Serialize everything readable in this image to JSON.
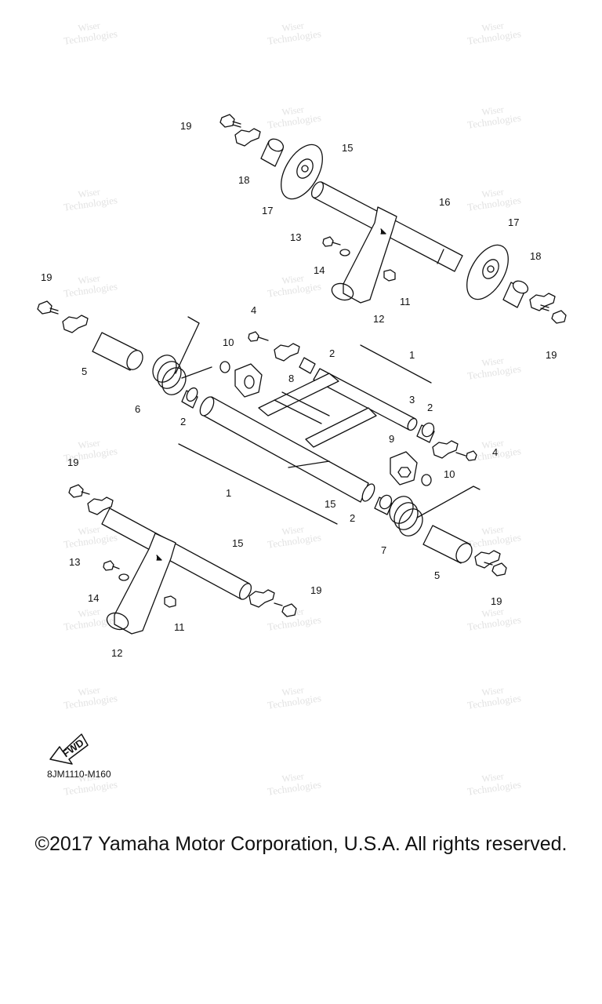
{
  "copyright": "©2017 Yamaha Motor Corporation, U.S.A. All rights reserved.",
  "diagram_code": "8JM1110-M160",
  "fwd_label": "FWD",
  "watermark": {
    "line1": "Wiser",
    "line2": "Technologies"
  },
  "callouts": {
    "c1a": "1",
    "c1b": "1",
    "c2a": "2",
    "c2b": "2",
    "c2c": "2",
    "c2d": "2",
    "c3": "3",
    "c4a": "4",
    "c4b": "4",
    "c5a": "5",
    "c5b": "5",
    "c6": "6",
    "c7": "7",
    "c8": "8",
    "c9": "9",
    "c10a": "10",
    "c10b": "10",
    "c11a": "11",
    "c11b": "11",
    "c12a": "12",
    "c12b": "12",
    "c13a": "13",
    "c13b": "13",
    "c14a": "14",
    "c14b": "14",
    "c15a": "15",
    "c15b": "15",
    "c15c": "15",
    "c16": "16",
    "c17a": "17",
    "c17b": "17",
    "c18a": "18",
    "c18b": "18",
    "c19a": "19",
    "c19b": "19",
    "c19c": "19",
    "c19d": "19",
    "c19e": "19",
    "c19f": "19"
  }
}
